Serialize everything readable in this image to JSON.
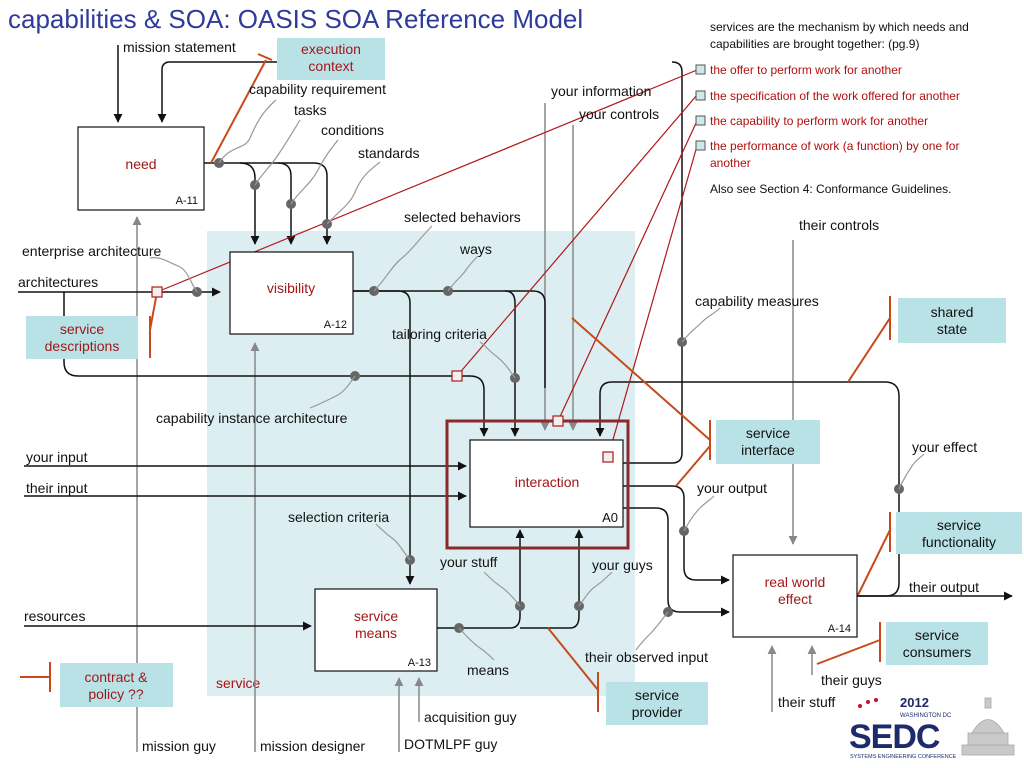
{
  "title": "capabilities & SOA: OASIS SOA Reference Model",
  "colors": {
    "title": "#2e3b9a",
    "box_title": "#a01818",
    "callout_bg": "#b9e2e6",
    "service_bg": "#dceef1",
    "bracket": "#c84a1a",
    "frame": "#8a2a2a"
  },
  "boxes": {
    "need": {
      "name": "need",
      "node": "A-11"
    },
    "visibility": {
      "name": "visibility",
      "node": "A-12"
    },
    "interaction": {
      "name": "interaction",
      "node": "A0"
    },
    "means_l1": "service",
    "means_l2": "means",
    "means_node": "A-13",
    "rwe_l1": "real world",
    "rwe_l2": "effect",
    "rwe_node": "A-14"
  },
  "callouts": {
    "execution_context": [
      "execution",
      "context"
    ],
    "service_descriptions": [
      "service",
      "descriptions"
    ],
    "shared_state": [
      "shared",
      "state"
    ],
    "service_interface": [
      "service",
      "interface"
    ],
    "service_functionality": [
      "service",
      "functionality"
    ],
    "service_consumers": [
      "service",
      "consumers"
    ],
    "service_provider": [
      "service",
      "provider"
    ],
    "contract_policy": [
      "contract &",
      "policy ??"
    ],
    "service_region": "service"
  },
  "labels": {
    "mission_statement": "mission statement",
    "capability_requirement": "capability requirement",
    "tasks": "tasks",
    "conditions": "conditions",
    "standards": "standards",
    "your_information": "your information",
    "your_controls": "your controls",
    "selected_behaviors": "selected behaviors",
    "ways": "ways",
    "enterprise_architecture": "enterprise architecture",
    "architectures": "architectures",
    "tailoring_criteria": "tailoring criteria",
    "capability_instance_architecture": "capability instance architecture",
    "their_controls": "their controls",
    "capability_measures": "capability measures",
    "your_input": "your input",
    "their_input": "their input",
    "your_effect": "your effect",
    "your_output": "your output",
    "selection_criteria": "selection criteria",
    "your_stuff": "your stuff",
    "your_guys": "your guys",
    "resources": "resources",
    "their_output": "their output",
    "means": "means",
    "their_observed_input": "their observed input",
    "their_guys": "their guys",
    "their_stuff": "their stuff",
    "acquisition_guy": "acquisition guy",
    "mission_guy": "mission guy",
    "mission_designer": "mission designer",
    "dotmlpf_guy": "DOTMLPF guy"
  },
  "annotation": {
    "intro_l1": "services are the mechanism by which needs and",
    "intro_l2": "capabilities are brought together: (pg.9)",
    "item1": "the offer to perform work for another",
    "item2": "the specification of the work offered for another",
    "item3": "the capability to perform work for another",
    "item4_l1": "the performance of work (a function) by one for",
    "item4_l2": "another",
    "see_also": "Also see Section 4: Conformance Guidelines."
  },
  "logo": {
    "year": "2012",
    "city": "WASHINGTON DC",
    "name": "SEDC",
    "tagline": "SYSTEMS ENGINEERING CONFERENCE"
  }
}
